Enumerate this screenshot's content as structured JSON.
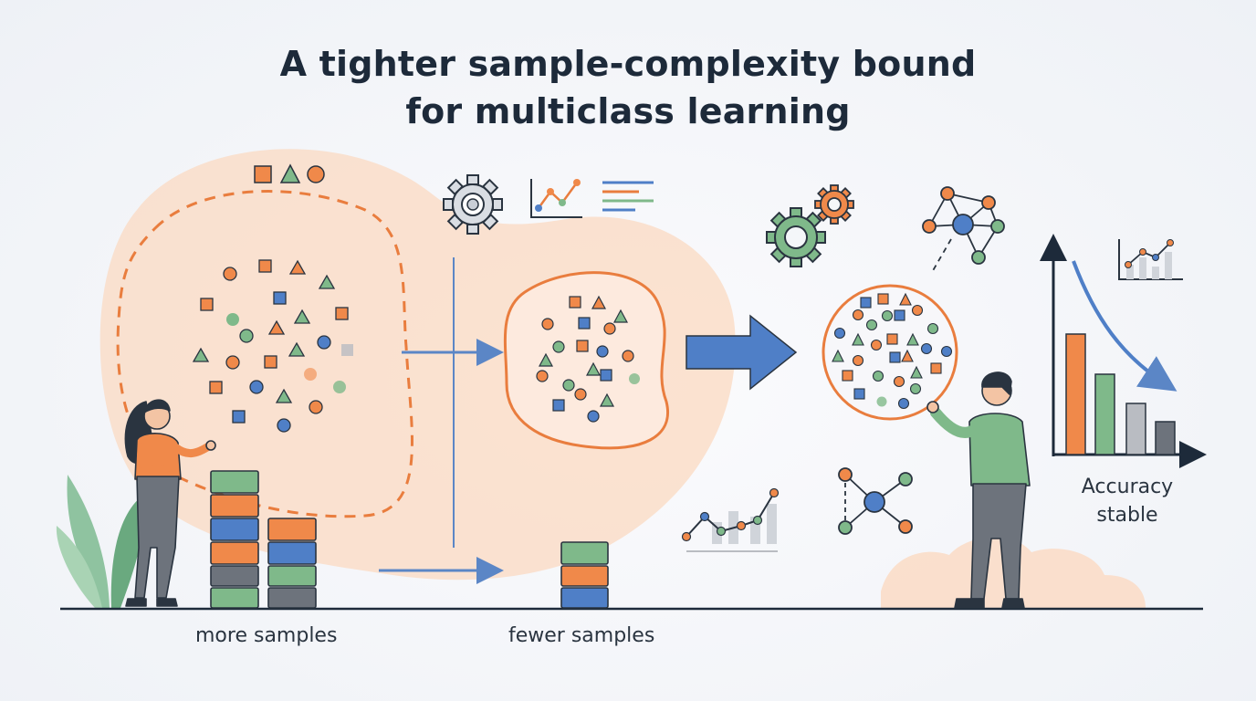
{
  "title": {
    "line1": "A tighter sample-complexity bound",
    "line2": "for multiclass learning"
  },
  "labels": {
    "more_samples": "more samples",
    "fewer_samples": "fewer samples",
    "accuracy_line1": "Accuracy",
    "accuracy_line2": "stable"
  },
  "colors": {
    "orange": "#f0894a",
    "green": "#7fb98a",
    "blue": "#4f7fc7",
    "gray": "#6d737c",
    "blob": "#fbd9c2",
    "arrow": "#5b86c6",
    "ink": "#1d2a3a"
  },
  "icons": [
    "gear-icon",
    "line-chart-icon",
    "text-lines-icon",
    "network-icon",
    "bar-chart-icon",
    "plant-icon"
  ]
}
